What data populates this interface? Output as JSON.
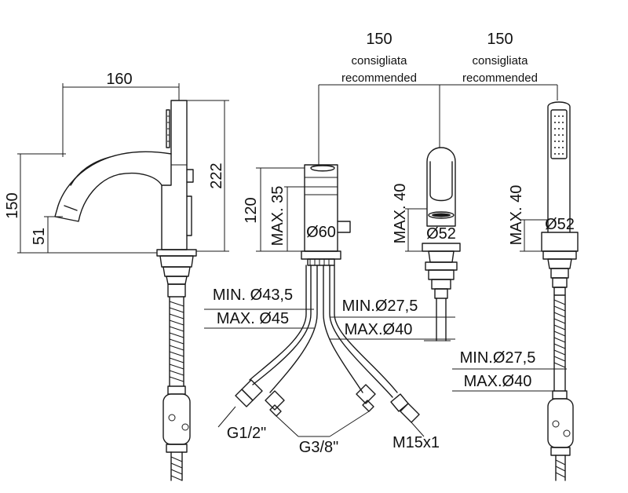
{
  "dimensions": {
    "width_160": "160",
    "height_222": "222",
    "height_150": "150",
    "height_51": "51",
    "height_120": "120",
    "max_35": "MAX. 35",
    "dia_60": "Ø60",
    "min_435": "MIN. Ø43,5",
    "max_45": "MAX. Ø45",
    "min_275_a": "MIN.Ø27,5",
    "max_40_a": "MAX.Ø40",
    "max_40_spout": "MAX. 40",
    "dia_52_spout": "Ø52",
    "max_40_shower": "MAX. 40",
    "dia_52_shower": "Ø52",
    "min_275_b": "MIN.Ø27,5",
    "max_40_b": "MAX.Ø40"
  },
  "spacing": [
    {
      "value": "150",
      "it": "consigliata",
      "en": "recommended"
    },
    {
      "value": "150",
      "it": "consigliata",
      "en": "recommended"
    }
  ],
  "connections": {
    "g12": "G1/2\"",
    "g38": "G3/8\"",
    "m15": "M15x1"
  }
}
